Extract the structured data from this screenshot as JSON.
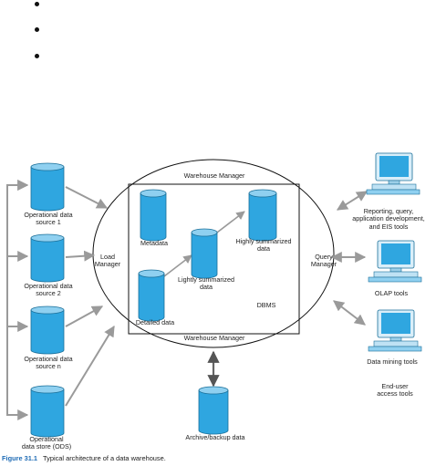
{
  "bullets": [
    "",
    "",
    ""
  ],
  "sources": [
    {
      "label_1": "Operational data",
      "label_2": "source 1"
    },
    {
      "label_1": "Operational data",
      "label_2": "source 2"
    },
    {
      "label_1": "Operational data",
      "label_2": "source n"
    },
    {
      "label_1": "Operational",
      "label_2": "data store (ODS)"
    }
  ],
  "managers": {
    "load_1": "Load",
    "load_2": "Manager",
    "query_1": "Query",
    "query_2": "Manager",
    "warehouse_top": "Warehouse Manager",
    "warehouse_bottom": "Warehouse Manager"
  },
  "dbms": {
    "label": "DBMS",
    "metadata": "Metadata",
    "detailed": "Detailed data",
    "lightly": "Lightly summarized",
    "lightly_2": "data",
    "highly": "Highly summarized",
    "highly_2": "data"
  },
  "archive": "Archive/backup data",
  "tools": [
    {
      "lines": [
        "Reporting, query,",
        "application development,",
        "and EIS tools"
      ]
    },
    {
      "lines": [
        "OLAP tools"
      ]
    },
    {
      "lines": [
        "Data mining tools"
      ]
    }
  ],
  "end_user": {
    "line1": "End-user",
    "line2": "access tools"
  },
  "caption": {
    "figure": "Figure 31.1",
    "text": "Typical architecture of a data warehouse."
  },
  "colors": {
    "cylinder_fill": "#2fa6e0",
    "cylinder_top": "#8fd0f0",
    "monitor": "#2fa6e0",
    "arrow": "#9a9a9a",
    "caption_blue": "#1e6bb5"
  }
}
